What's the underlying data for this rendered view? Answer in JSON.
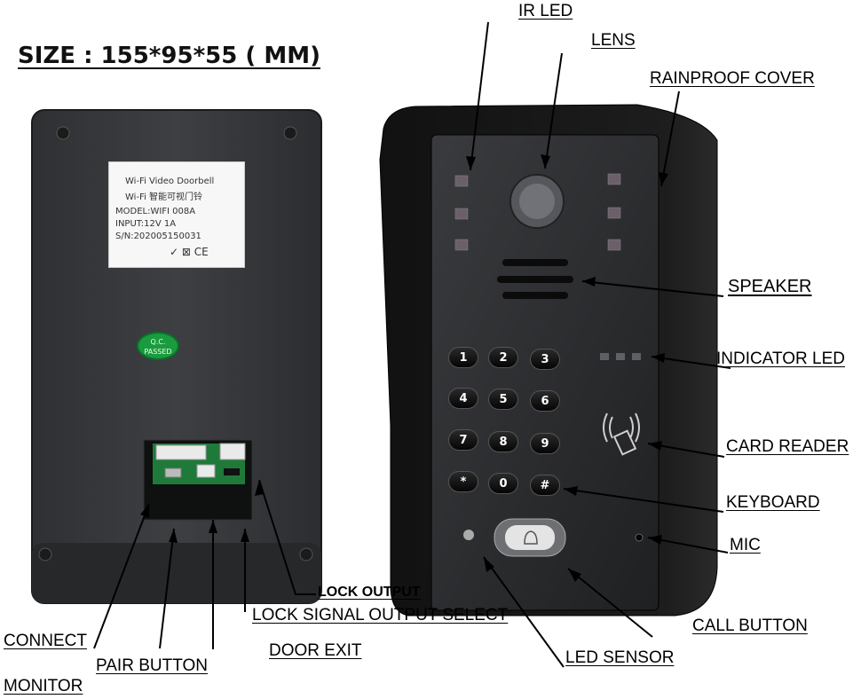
{
  "title": "SIZE : 155*95*55 ( MM)",
  "back_label": {
    "line1": "Wi-Fi  Video Doorbell",
    "line2": "Wi-Fi 智能可视门铃",
    "model": "MODEL:WIFI 008A",
    "input": "INPUT:12V 1A",
    "serial": "S/N:202005150031",
    "marks": "✓ ⊠ CE"
  },
  "qc_badge": {
    "line1": "Q.C.",
    "line2": "PASSED"
  },
  "keypad": [
    "1",
    "2",
    "3",
    "4",
    "5",
    "6",
    "7",
    "8",
    "9",
    "*",
    "0",
    "#"
  ],
  "callouts": {
    "ir_led": "IR LED",
    "lens": "LENS",
    "rainproof_cover": "RAINPROOF COVER",
    "speaker": "SPEAKER",
    "indicator_led": "INDICATOR LED",
    "card_reader": "CARD READER",
    "keyboard": "KEYBOARD",
    "mic": "MIC",
    "call_button": "CALL BUTTON",
    "led_sensor": "LED SENSOR",
    "lock_output": "LOCK OUTPUT",
    "lock_signal_output_select": "LOCK SIGNAL OUTPUT SELECT",
    "door_exit": "DOOR EXIT",
    "connect": "CONNECT",
    "pair_button": "PAIR BUTTON",
    "monitor": "MONITOR"
  }
}
